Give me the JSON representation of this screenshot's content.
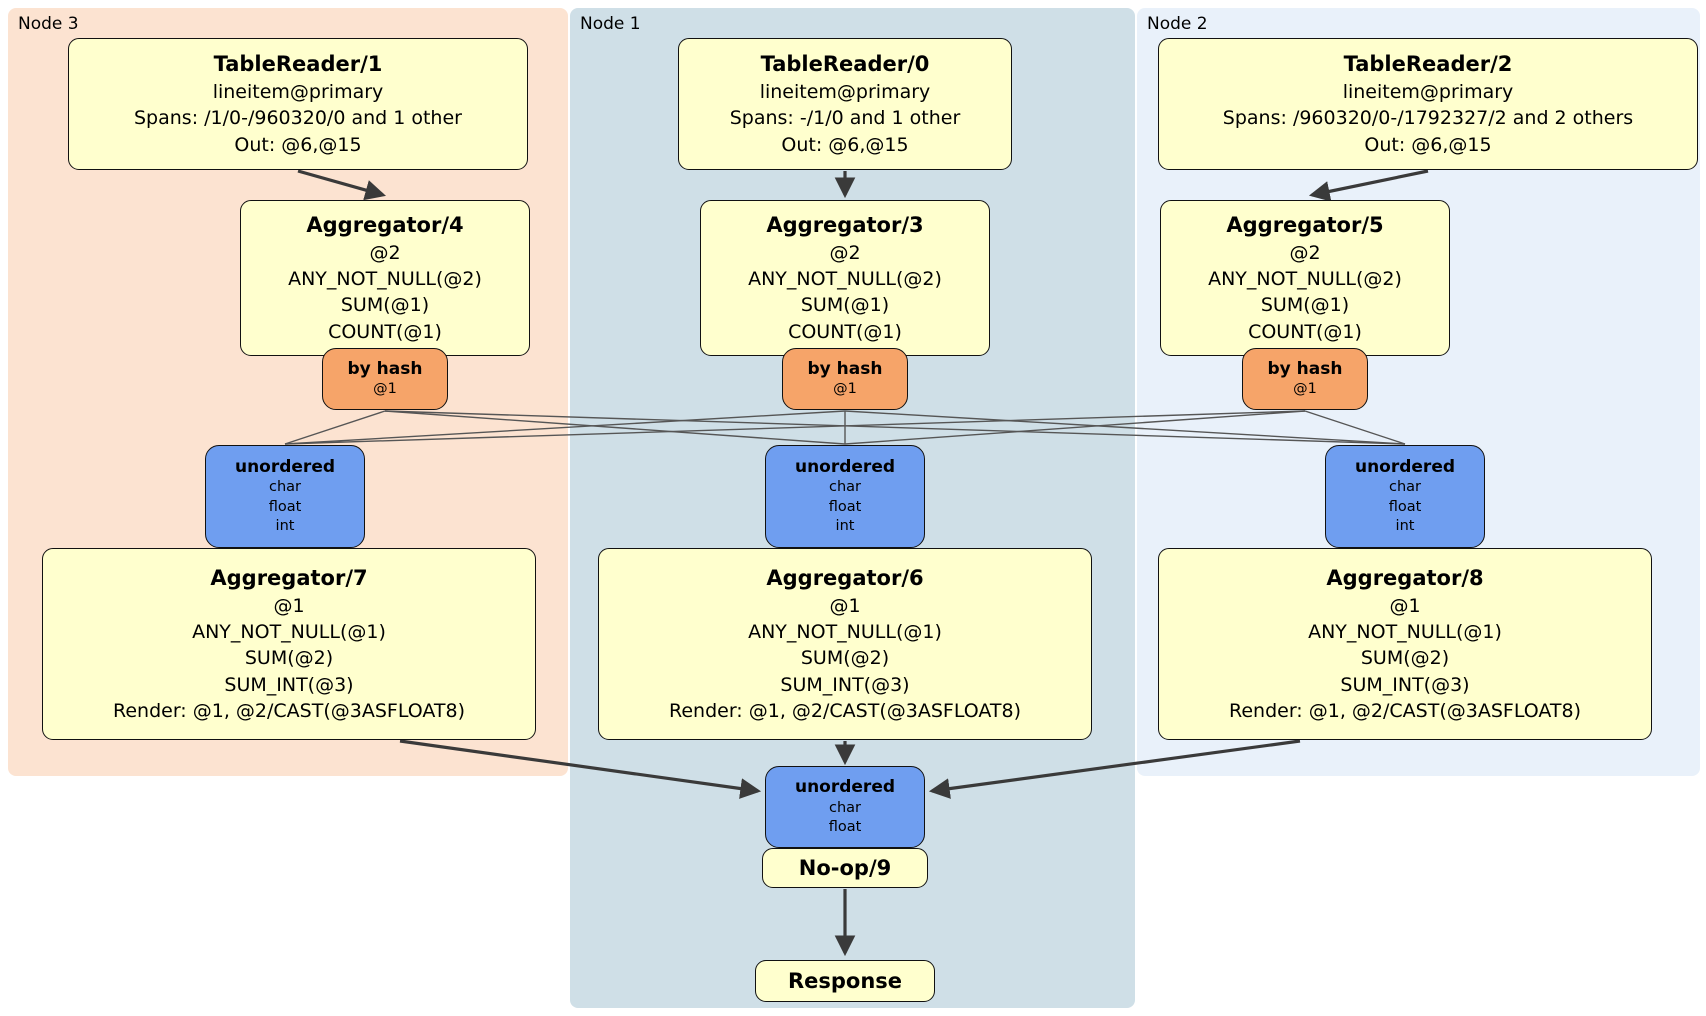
{
  "colors": {
    "node3_bg": "#fce3d1",
    "node1_bg": "#cfdfe7",
    "node2_bg": "#e9f1fa",
    "processor_box_bg": "#ffffce",
    "hash_router_bg": "#f6a469",
    "unordered_sync_bg": "#6f9ef0",
    "edge": "#3a3a3a"
  },
  "groups": [
    {
      "label": "Node 3",
      "tablereader": {
        "title": "TableReader/1",
        "lines": [
          "lineitem@primary",
          "Spans: /1/0-/960320/0 and 1 other",
          "Out: @6,@15"
        ]
      },
      "aggregator_top": {
        "title": "Aggregator/4",
        "lines": [
          "@2",
          "ANY_NOT_NULL(@2)",
          "SUM(@1)",
          "COUNT(@1)"
        ]
      },
      "router": {
        "title": "by hash",
        "sub": "@1"
      },
      "sync": {
        "title": "unordered",
        "lines": [
          "char",
          "float",
          "int"
        ]
      },
      "aggregator_bottom": {
        "title": "Aggregator/7",
        "lines": [
          "@1",
          "ANY_NOT_NULL(@1)",
          "SUM(@2)",
          "SUM_INT(@3)",
          "Render: @1, @2/CAST(@3ASFLOAT8)"
        ]
      }
    },
    {
      "label": "Node 1",
      "tablereader": {
        "title": "TableReader/0",
        "lines": [
          "lineitem@primary",
          "Spans: -/1/0 and 1 other",
          "Out: @6,@15"
        ]
      },
      "aggregator_top": {
        "title": "Aggregator/3",
        "lines": [
          "@2",
          "ANY_NOT_NULL(@2)",
          "SUM(@1)",
          "COUNT(@1)"
        ]
      },
      "router": {
        "title": "by hash",
        "sub": "@1"
      },
      "sync": {
        "title": "unordered",
        "lines": [
          "char",
          "float",
          "int"
        ]
      },
      "aggregator_bottom": {
        "title": "Aggregator/6",
        "lines": [
          "@1",
          "ANY_NOT_NULL(@1)",
          "SUM(@2)",
          "SUM_INT(@3)",
          "Render: @1, @2/CAST(@3ASFLOAT8)"
        ]
      }
    },
    {
      "label": "Node 2",
      "tablereader": {
        "title": "TableReader/2",
        "lines": [
          "lineitem@primary",
          "Spans: /960320/0-/1792327/2 and 2 others",
          "Out: @6,@15"
        ]
      },
      "aggregator_top": {
        "title": "Aggregator/5",
        "lines": [
          "@2",
          "ANY_NOT_NULL(@2)",
          "SUM(@1)",
          "COUNT(@1)"
        ]
      },
      "router": {
        "title": "by hash",
        "sub": "@1"
      },
      "sync": {
        "title": "unordered",
        "lines": [
          "char",
          "float",
          "int"
        ]
      },
      "aggregator_bottom": {
        "title": "Aggregator/8",
        "lines": [
          "@1",
          "ANY_NOT_NULL(@1)",
          "SUM(@2)",
          "SUM_INT(@3)",
          "Render: @1, @2/CAST(@3ASFLOAT8)"
        ]
      }
    }
  ],
  "final": {
    "sync": {
      "title": "unordered",
      "lines": [
        "char",
        "float"
      ]
    },
    "noop": {
      "title": "No-op/9"
    },
    "response": {
      "title": "Response"
    }
  }
}
